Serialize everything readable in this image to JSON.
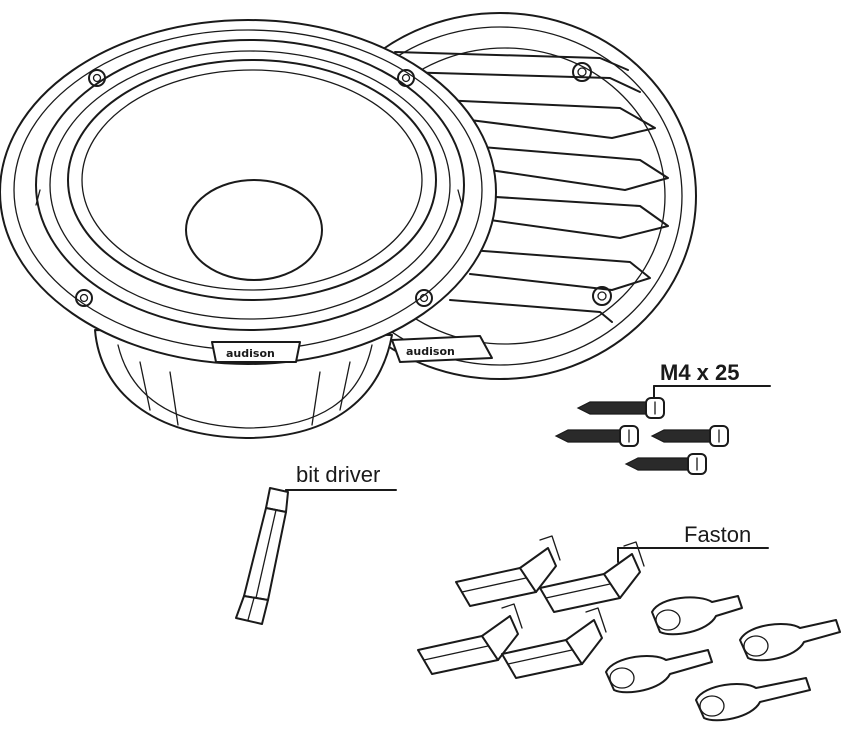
{
  "labels": {
    "screws": "M4 x 25",
    "bit_driver": "bit driver",
    "faston": "Faston"
  },
  "speaker": {
    "brand": "audison"
  },
  "grille": {
    "brand": "audison"
  }
}
